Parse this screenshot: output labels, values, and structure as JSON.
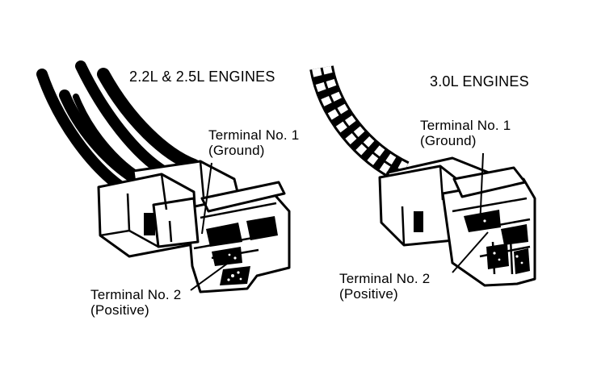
{
  "colors": {
    "ink": "#000000",
    "paper": "#ffffff"
  },
  "left_connector": {
    "title": "2.2L & 2.5L ENGINES",
    "terminal_1": {
      "name": "Terminal No. 1",
      "role": "(Ground)"
    },
    "terminal_2": {
      "name": "Terminal No. 2",
      "role": "(Positive)"
    }
  },
  "right_connector": {
    "title": "3.0L ENGINES",
    "terminal_1": {
      "name": "Terminal No. 1",
      "role": "(Ground)"
    },
    "terminal_2": {
      "name": "Terminal No. 2",
      "role": "(Positive)"
    }
  }
}
